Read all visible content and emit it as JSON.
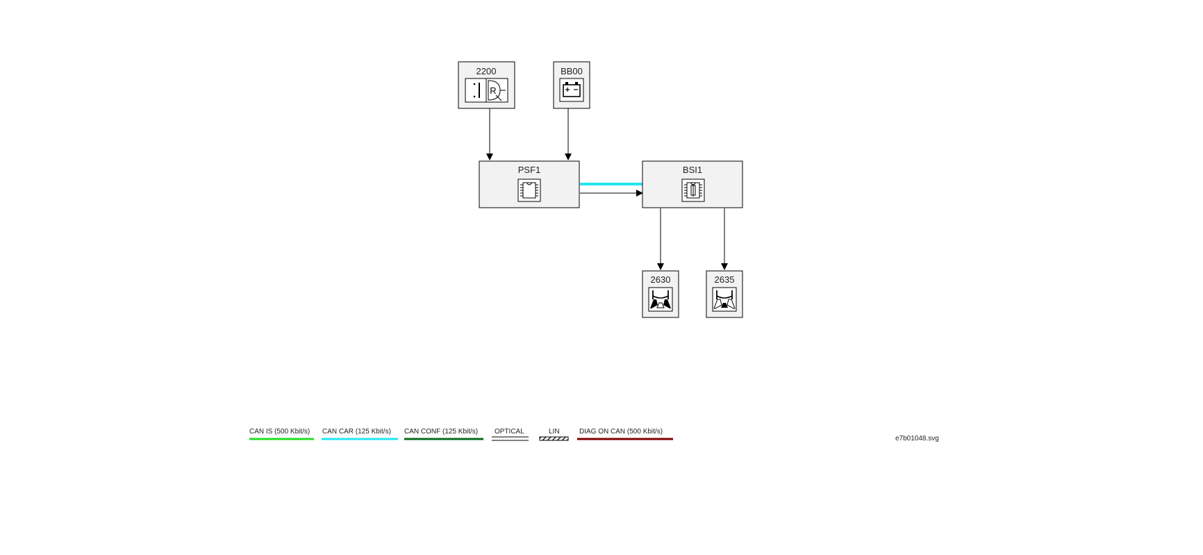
{
  "nodes": {
    "n2200": {
      "label": "2200",
      "icon": "ignition-switch-icon"
    },
    "bb00": {
      "label": "BB00",
      "icon": "battery-icon"
    },
    "psf1": {
      "label": "PSF1",
      "icon": "ecu-chip-icon"
    },
    "bsi1": {
      "label": "BSI1",
      "icon": "fuse-box-chip-icon"
    },
    "n2630": {
      "label": "2630",
      "icon": "headlamp-icon"
    },
    "n2635": {
      "label": "2635",
      "icon": "headlamp-icon"
    }
  },
  "connections": [
    {
      "from": "2200",
      "to": "PSF1",
      "type": "wire"
    },
    {
      "from": "BB00",
      "to": "PSF1",
      "type": "wire"
    },
    {
      "from": "PSF1",
      "to": "BSI1",
      "type": "CAN CAR (125 Kbit/s)"
    },
    {
      "from": "PSF1",
      "to": "BSI1",
      "type": "wire"
    },
    {
      "from": "BSI1",
      "to": "2630",
      "type": "wire"
    },
    {
      "from": "BSI1",
      "to": "2635",
      "type": "wire"
    }
  ],
  "legend": [
    {
      "label": "CAN IS (500 Kbit/s)",
      "color": "#22dd22",
      "style": "solid"
    },
    {
      "label": "CAN CAR (125 Kbit/s)",
      "color": "#22e6f0",
      "style": "solid"
    },
    {
      "label": "CAN CONF (125 Kbit/s)",
      "color": "#0a6a1a",
      "style": "solid"
    },
    {
      "label": "OPTICAL",
      "color": "#000000",
      "style": "double"
    },
    {
      "label": "LIN",
      "color": "#000000",
      "style": "hatched"
    },
    {
      "label": "DIAG ON CAN  (500 Kbit/s)",
      "color": "#800000",
      "style": "solid"
    }
  ],
  "filename": "e7b01048.svg"
}
